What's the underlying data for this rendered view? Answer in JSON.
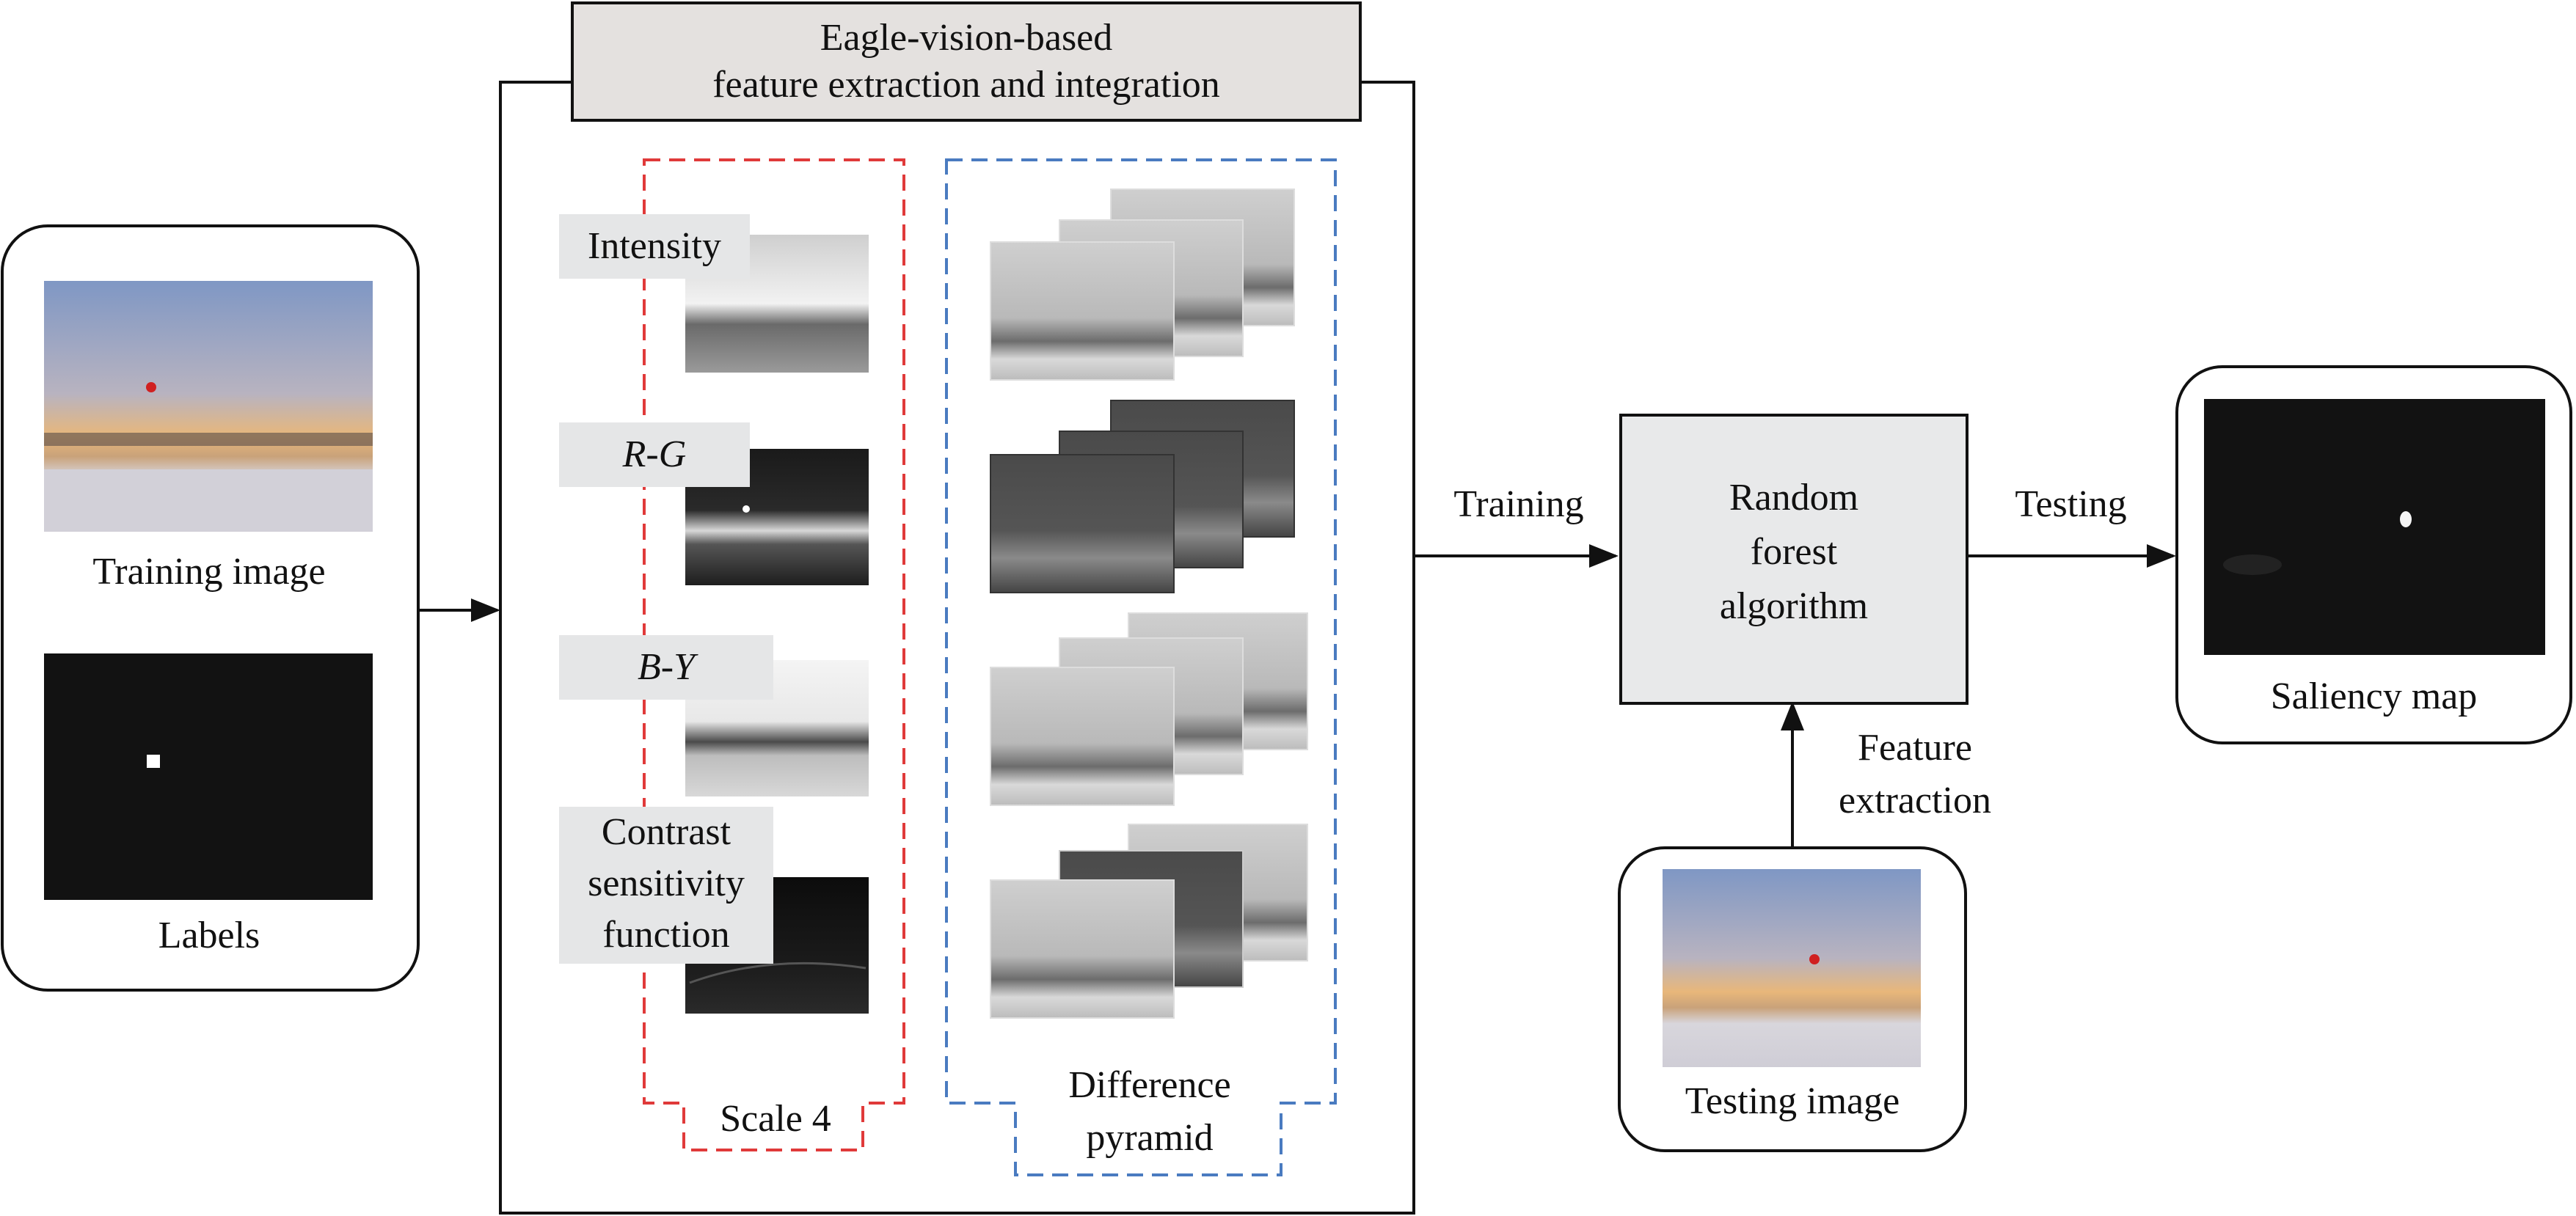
{
  "title": {
    "line1": "Eagle-vision-based",
    "line2": "feature extraction and integration"
  },
  "training_panel": {
    "image_label": "Training image",
    "labels_label": "Labels"
  },
  "features": {
    "intensity": "Intensity",
    "rg": "R-G",
    "by": "B-Y",
    "csf_line1": "Contrast",
    "csf_line2": "sensitivity",
    "csf_line3": "function"
  },
  "scale_tag": "Scale 4",
  "pyramid_tag": {
    "line1": "Difference",
    "line2": "pyramid"
  },
  "edges": {
    "training": "Training",
    "testing": "Testing",
    "feature_extraction_line1": "Feature",
    "feature_extraction_line2": "extraction"
  },
  "classifier": {
    "line1": "Random",
    "line2": "forest",
    "line3": "algorithm"
  },
  "testing_panel": {
    "image_label": "Testing image"
  },
  "output_panel": {
    "label": "Saliency map"
  },
  "colors": {
    "scale_dash": "#e03a3a",
    "pyramid_dash": "#4a7bc0",
    "classifier_fill": "#e8e9ea",
    "title_fill": "#e4e1df"
  }
}
